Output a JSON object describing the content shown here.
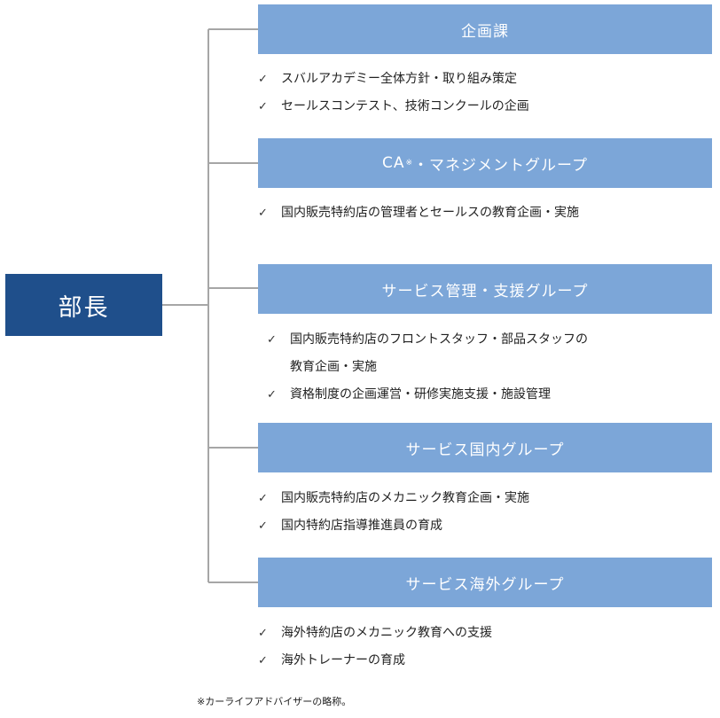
{
  "colors": {
    "head_box": "#1f4f8b",
    "group_box": "#7ca6d8",
    "connector": "#a6a6a6"
  },
  "icons": {
    "list_marker": "check-icon"
  },
  "head": {
    "label": "部長"
  },
  "groups": [
    {
      "title": "企画課",
      "items": [
        "スバルアカデミー全体方針・取り組み策定",
        "セールスコンテスト、技術コンクールの企画"
      ]
    },
    {
      "title": "CA",
      "title_mark": "※",
      "title_suffix": "・マネジメントグループ",
      "items": [
        "国内販売特約店の管理者とセールスの教育企画・実施"
      ]
    },
    {
      "title": "サービス管理・支援グループ",
      "items": [
        {
          "lines": [
            "国内販売特約店のフロントスタッフ・部品スタッフの",
            "教育企画・実施"
          ]
        },
        "資格制度の企画運営・研修実施支援・施設管理"
      ]
    },
    {
      "title": "サービス国内グループ",
      "items": [
        "国内販売特約店のメカニック教育企画・実施",
        "国内特約店指導推進員の育成"
      ]
    },
    {
      "title": "サービス海外グループ",
      "items": [
        "海外特約店のメカニック教育への支援",
        "海外トレーナーの育成"
      ]
    }
  ],
  "footnote": "※カーライフアドバイザーの略称。"
}
